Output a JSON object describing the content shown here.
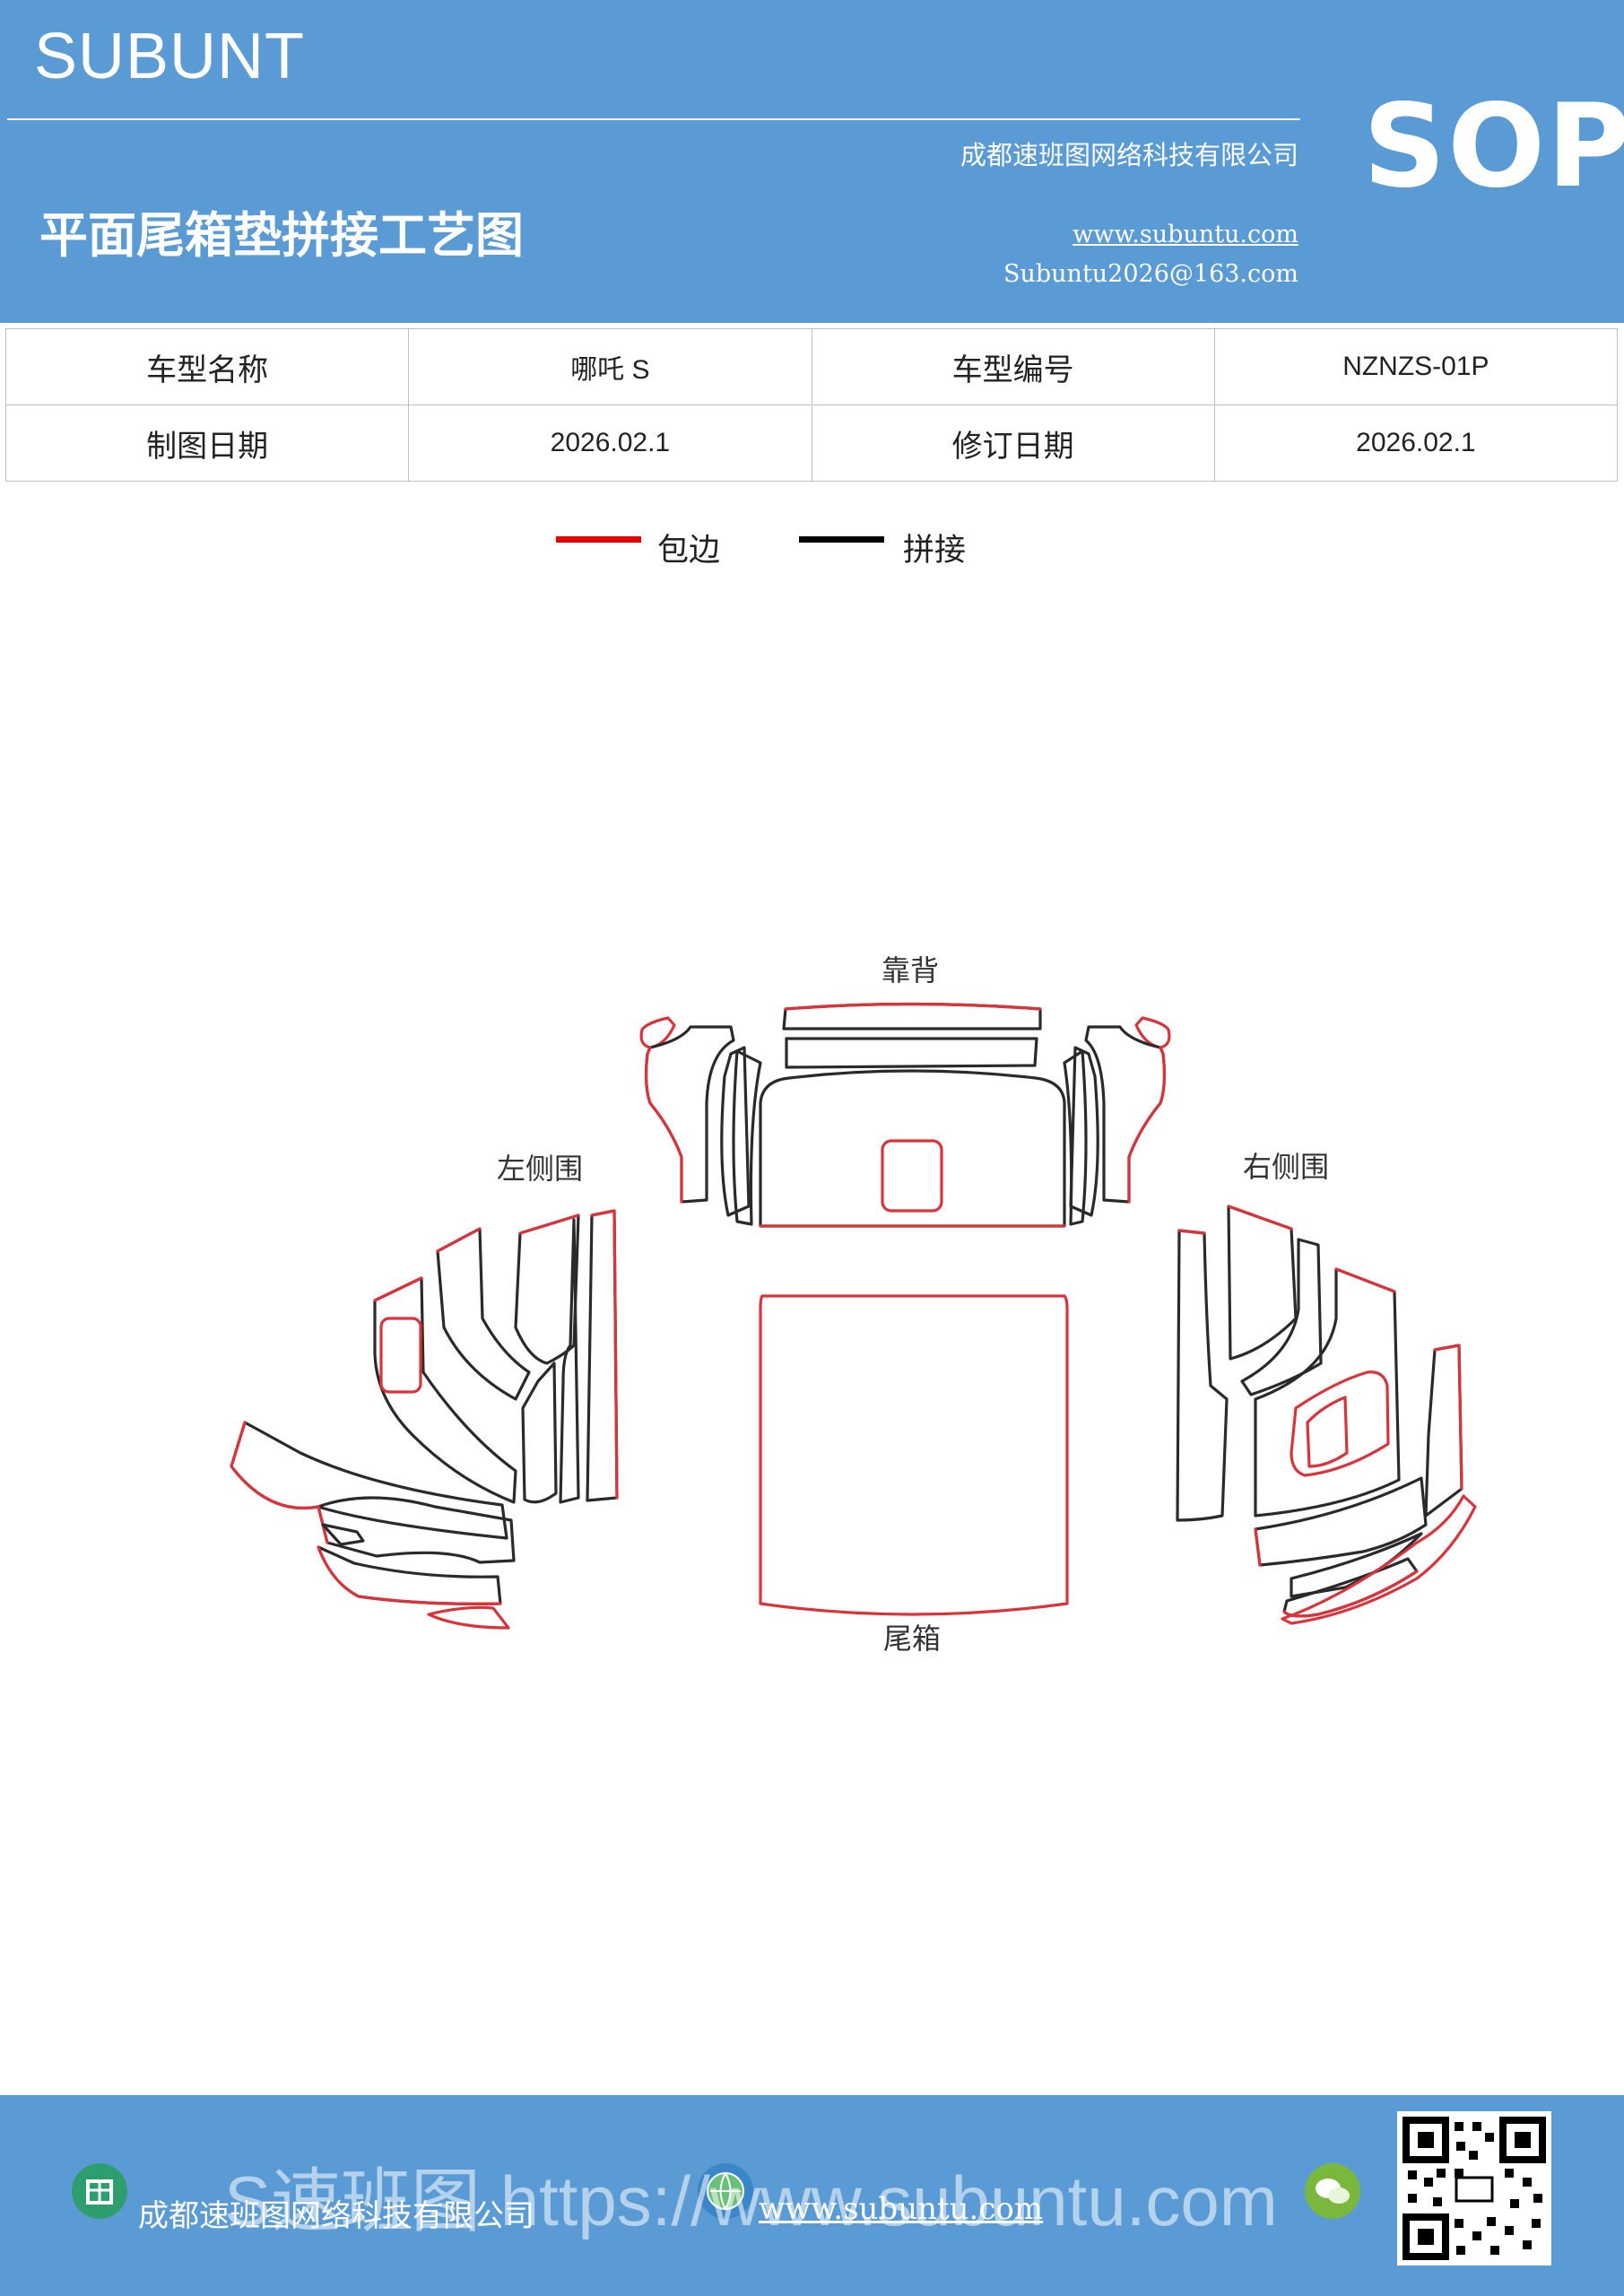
{
  "header": {
    "brand": "SUBUNT",
    "company": "成都速班图网络科技有限公司",
    "title": "平面尾箱垫拼接工艺图",
    "website": "www.subuntu.com",
    "email": "Subuntu2026@163.com",
    "badge": "SOP"
  },
  "info_table": {
    "model_name_label": "车型名称",
    "model_name_value": "哪吒 S",
    "model_code_label": "车型编号",
    "model_code_value": "NZNZS-01P",
    "draw_date_label": "制图日期",
    "draw_date_value": "2026.02.1",
    "revise_date_label": "修订日期",
    "revise_date_value": "2026.02.1"
  },
  "legend": {
    "edge_label": "包边",
    "edge_color": "#e60000",
    "splice_label": "拼接",
    "splice_color": "#000000"
  },
  "diagram": {
    "back_label": "靠背",
    "left_label": "左侧围",
    "right_label": "右侧围",
    "trunk_label": "尾箱",
    "edge_color": "#d9343c",
    "splice_color": "#2a2a2a"
  },
  "footer": {
    "company": "成都速班图网络科技有限公司",
    "website": "www.subuntu.com",
    "watermark": "S速班图 https://www.subuntu.com"
  }
}
